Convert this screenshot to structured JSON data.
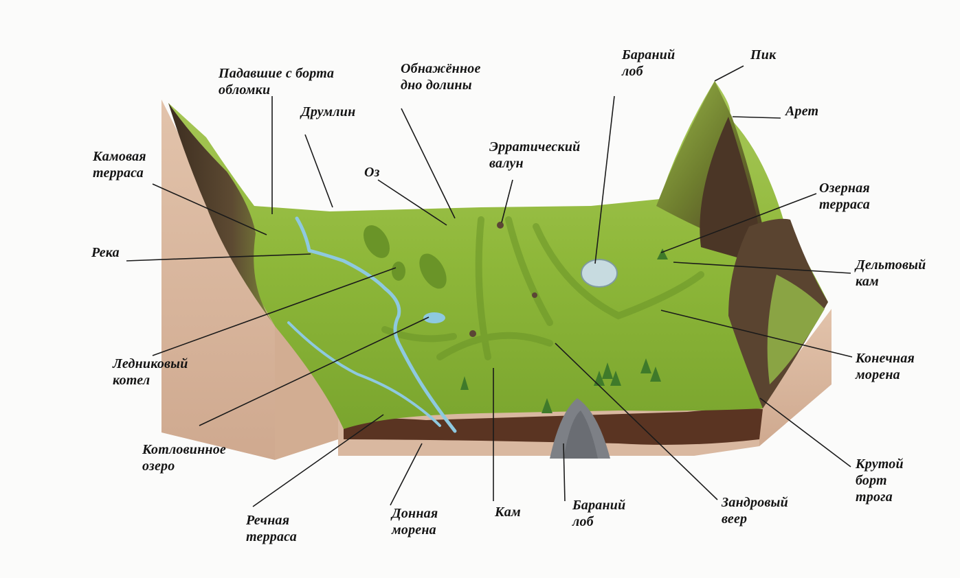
{
  "labels": {
    "falling_debris": "Падавшие с борта\nобломки",
    "exposed_valley_floor": "Обнажённое\nдно долины",
    "roche_moutonnee_top": "Бараний\nлоб",
    "peak": "Пик",
    "arete": "Арет",
    "drumlin": "Друмлин",
    "erratic_boulder": "Эрратический\nвалун",
    "kame_terrace": "Камовая\nтерраса",
    "esker": "Оз",
    "lake_terrace": "Озерная\nтерраса",
    "river": "Река",
    "delta_kame": "Дельтовый\nкам",
    "glacial_kettle": "Ледниковый\nкотел",
    "end_moraine": "Конечная\nморена",
    "kettle_lake": "Котловинное\nозеро",
    "steep_trough_wall": "Крутой\nборт\nтрога",
    "river_terrace": "Речная\nтерраса",
    "ground_moraine": "Донная\nморена",
    "kame": "Кам",
    "roche_moutonnee_bottom": "Бараний\nлоб",
    "outwash_fan": "Зандровый\nвеер"
  },
  "colors": {
    "grass": "#8fb83a",
    "grass_dark": "#5f8a25",
    "soil_side": "#d8b49a",
    "soil_band": "#5a3422",
    "rock": "#5c4630",
    "water": "#8ec9e0",
    "background": "#fbfbfa"
  }
}
